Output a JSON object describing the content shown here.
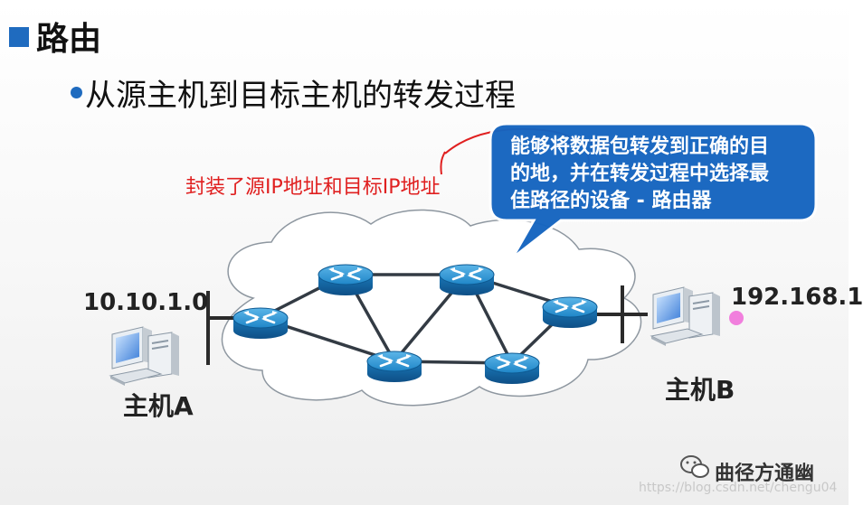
{
  "heading": {
    "title": "路由"
  },
  "bullet": {
    "text": "从源主机到目标主机的转发过程"
  },
  "annotation": {
    "text": "封装了源IP地址和目标IP地址",
    "color": "#e02020"
  },
  "callout": {
    "lines": [
      "能够将数据包转发到正确的目",
      "的地，并在转发过程中选择最",
      "佳路径的设备 - 路由器"
    ],
    "fill": "#1565c0"
  },
  "hosts": {
    "a": {
      "ip": "10.10.1.0",
      "label": "主机A"
    },
    "b": {
      "ip": "192.168.1",
      "label": "主机B"
    }
  },
  "network": {
    "router_count": 6,
    "router_color": "#1f86c8"
  },
  "watermark": {
    "name": "曲径方通幽",
    "url": "https://blog.csdn.net/chengu04"
  },
  "icons": [
    "title-square-icon",
    "bullet-dot-icon",
    "router-icon",
    "computer-icon",
    "cloud-icon",
    "wechat-icon"
  ]
}
